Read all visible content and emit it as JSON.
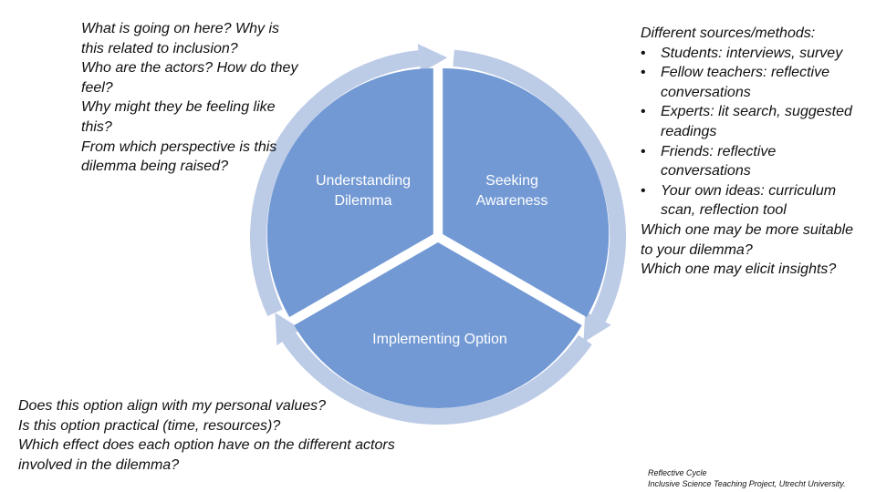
{
  "diagram": {
    "segments": [
      {
        "name": "understanding",
        "lines": [
          "Understanding",
          "Dilemma"
        ]
      },
      {
        "name": "seeking",
        "lines": [
          "Seeking",
          "Awareness"
        ]
      },
      {
        "name": "implementing",
        "lines": [
          "Implementing Option"
        ]
      }
    ],
    "colors": {
      "segment_fill": "#7299d4",
      "arrow_fill": "#bccbe6",
      "text": "#ffffff"
    }
  },
  "notes_top_left": [
    "What is going on here? Why is this related to inclusion?",
    "Who are the actors? How do they feel?",
    "Why might they be feeling like this?",
    "From which perspective is this dilemma being raised?"
  ],
  "notes_right": {
    "heading": "Different sources/methods:",
    "bullet": "•",
    "bullets": [
      "Students: interviews, survey",
      "Fellow teachers: reflective conversations",
      "Experts: lit search, suggested readings",
      "Friends: reflective conversations",
      "Your own ideas: curriculum scan, reflection tool"
    ],
    "questions": [
      "Which one may be more suitable to your dilemma?",
      "Which one may elicit insights?"
    ]
  },
  "notes_bottom_left": [
    "Does this option align with my personal values?",
    "Is this option practical (time, resources)?",
    "Which effect does each option have on the different actors involved in the dilemma?"
  ],
  "credit": {
    "title": "Reflective Cycle",
    "source": "Inclusive Science Teaching Project, Utrecht University."
  }
}
